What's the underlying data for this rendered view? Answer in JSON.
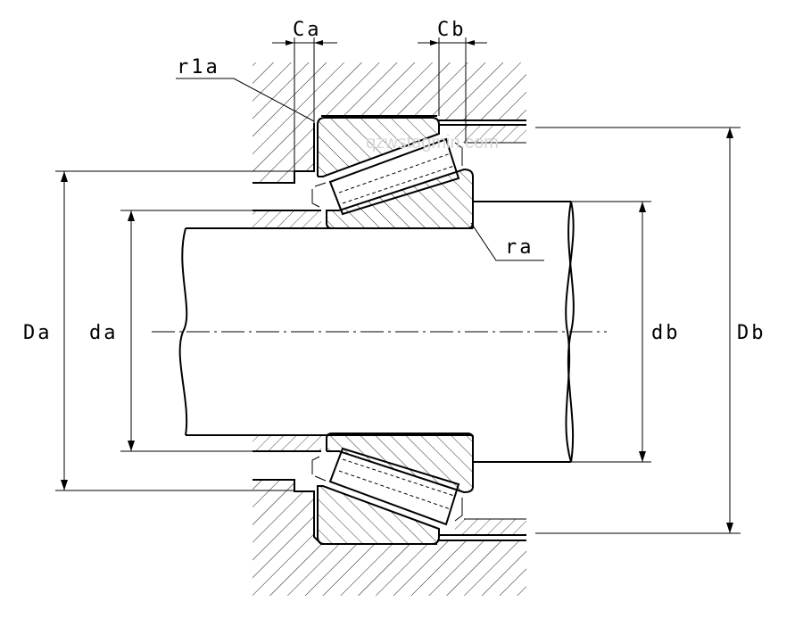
{
  "labels": {
    "ca": "Ca",
    "cb": "Cb",
    "r1a": "r1a",
    "ra": "ra",
    "da_outer": "Da",
    "da_inner": "da",
    "db_inner": "db",
    "db_outer": "Db"
  },
  "watermark": "qzwstagmin.com",
  "colors": {
    "line": "#000000",
    "background": "#ffffff",
    "watermark": "#d6d6d6"
  }
}
